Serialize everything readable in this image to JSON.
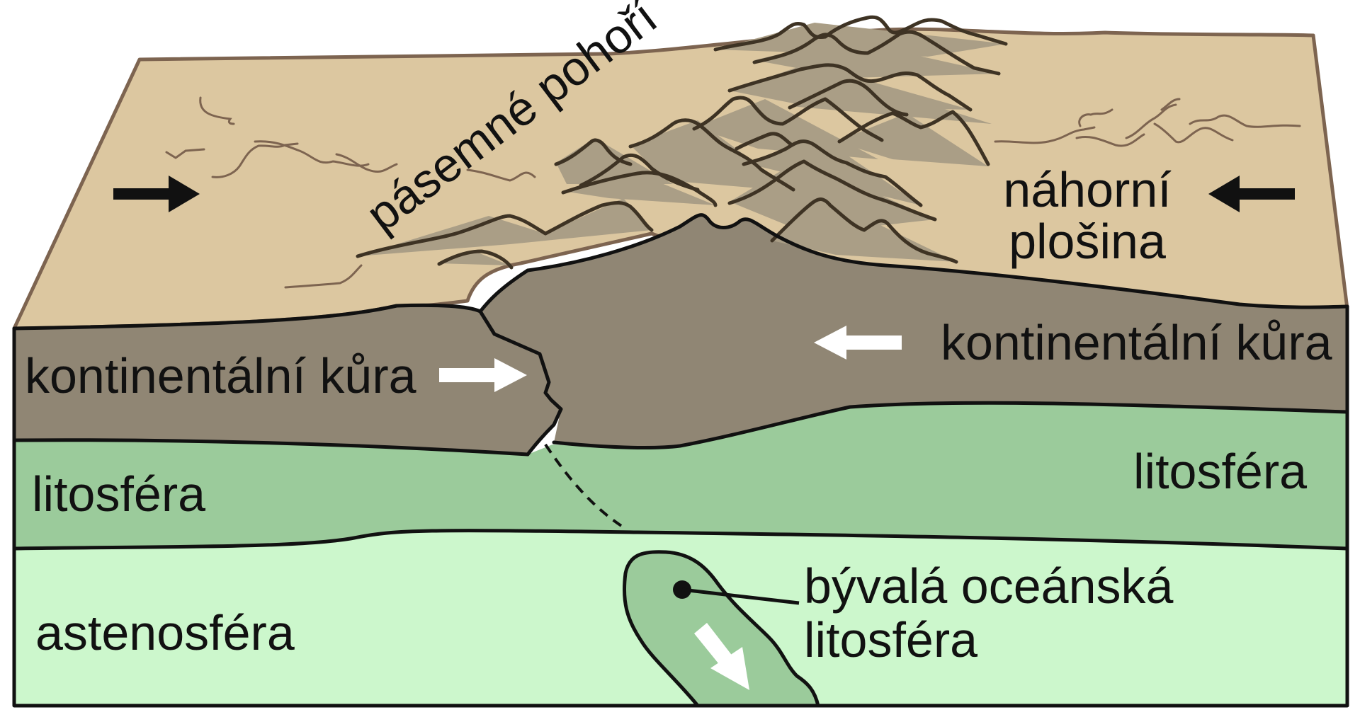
{
  "labels": {
    "mountain_range": "pásemné pohoří",
    "plateau_line1": "náhorní",
    "plateau_line2": "plošina",
    "crust_left": "kontinentální kůra",
    "crust_right": "kontinentální kůra",
    "lithosphere_left": "litosféra",
    "lithosphere_right": "litosféra",
    "asthenosphere": "astenosféra",
    "former_oceanic_line1": "bývalá oceánská",
    "former_oceanic_line2": "litosféra"
  },
  "icons": {
    "push_arrow_left": "arrow-right-icon",
    "push_arrow_right": "arrow-left-icon",
    "crust_motion_left": "arrow-right-icon",
    "crust_motion_right": "arrow-left-icon",
    "slab_motion": "arrow-down-right-icon"
  },
  "colors": {
    "surface": "#dcc7a0",
    "surface_edge": "#7d6450",
    "crust": "#908674",
    "lithosphere": "#9bcb9b",
    "asthenosphere": "#ccf7cc",
    "slab": "#9bcb9b",
    "mountain_shade": "#aa9e86",
    "outline": "#111111",
    "white_arrow": "#ffffff"
  }
}
